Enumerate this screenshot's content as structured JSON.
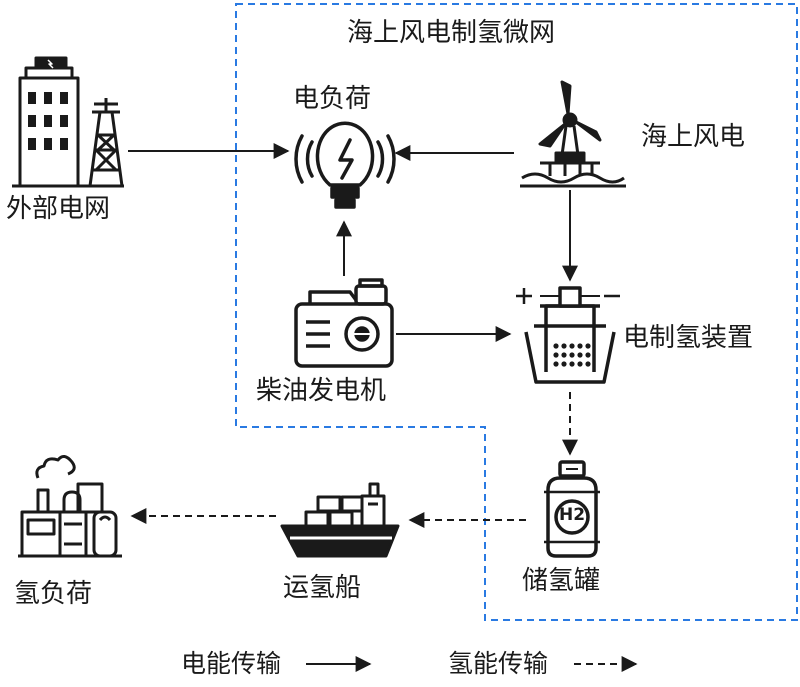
{
  "title": "海上风电制氢微网",
  "nodes": {
    "external_grid": "外部电网",
    "electric_load": "电负荷",
    "offshore_wind": "海上风电",
    "diesel_generator": "柴油发电机",
    "electrolyzer": "电制氢装置",
    "hydrogen_tank": "储氢罐",
    "hydrogen_ship": "运氢船",
    "hydrogen_load": "氢负荷"
  },
  "tank_label": "H2",
  "legend": {
    "power": "电能传输",
    "hydrogen": "氢能传输"
  },
  "colors": {
    "boundary": "#2a7ae2",
    "line": "#1a1a1a"
  }
}
